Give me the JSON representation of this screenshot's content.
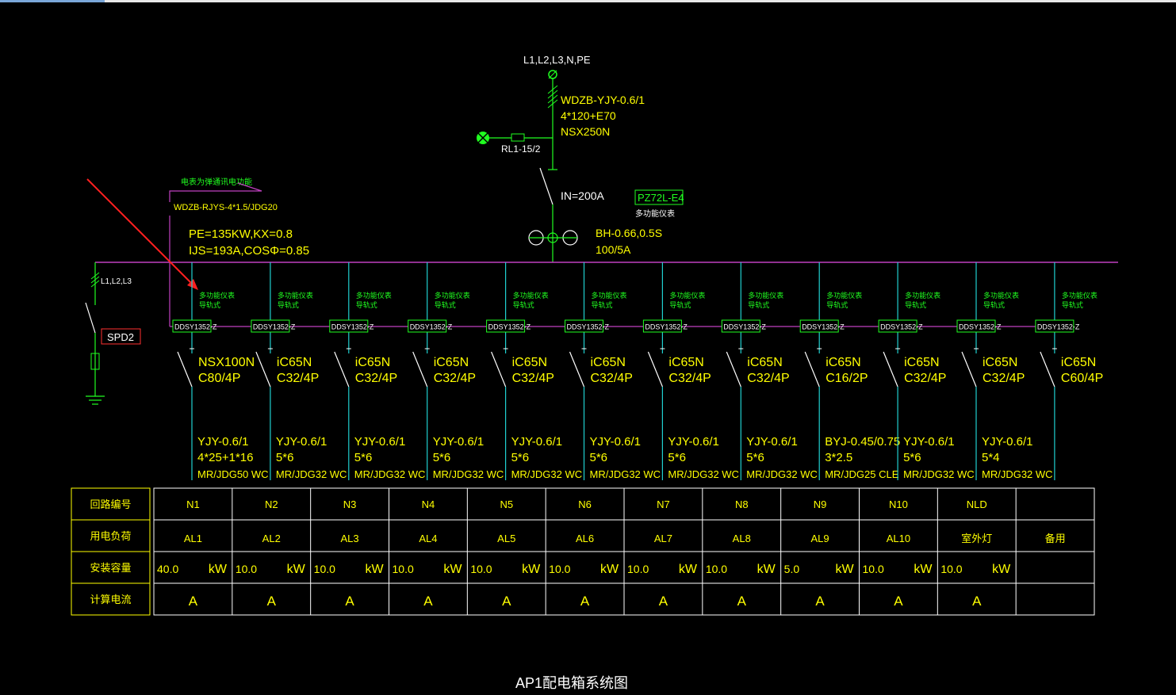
{
  "incoming": {
    "phases": "L1,L2,L3,N,PE",
    "cable_line1": "WDZB-YJY-0.6/1",
    "cable_line2": "4*120+E70",
    "breaker": "NSX250N",
    "fuse": "RL1-15/2",
    "isolator": "IN=200A",
    "meter_box": "PZ72L-E4",
    "meter_box_note": "多功能仪表",
    "ct_line1": "BH-0.66,0.5S",
    "ct_line2": "100/5A"
  },
  "comm": {
    "label": "电表为弹通讯电功能",
    "cable": "WDZB-RJYS-4*1.5/JDG20"
  },
  "load_info": {
    "line1": "PE=135KW,KX=0.8",
    "line2": "IJS=193A,COSΦ=0.85"
  },
  "spd": {
    "phases": "L1,L2,L3",
    "label": "SPD2"
  },
  "branches": [
    {
      "meter_note1": "多功能仪表",
      "meter_note2": "导轨式",
      "meter": "DDSY1352-Z",
      "breaker1": "NSX100N",
      "breaker2": "C80/4P",
      "cable1": "YJY-0.6/1",
      "cable2": "4*25+1*16",
      "cable3": "MR/JDG50  WC"
    },
    {
      "meter_note1": "多功能仪表",
      "meter_note2": "导轨式",
      "meter": "DDSY1352-Z",
      "breaker1": "iC65N",
      "breaker2": "C32/4P",
      "cable1": "YJY-0.6/1",
      "cable2": "5*6",
      "cable3": "MR/JDG32  WC"
    },
    {
      "meter_note1": "多功能仪表",
      "meter_note2": "导轨式",
      "meter": "DDSY1352-Z",
      "breaker1": "iC65N",
      "breaker2": "C32/4P",
      "cable1": "YJY-0.6/1",
      "cable2": "5*6",
      "cable3": "MR/JDG32  WC"
    },
    {
      "meter_note1": "多功能仪表",
      "meter_note2": "导轨式",
      "meter": "DDSY1352-Z",
      "breaker1": "iC65N",
      "breaker2": "C32/4P",
      "cable1": "YJY-0.6/1",
      "cable2": "5*6",
      "cable3": "MR/JDG32  WC"
    },
    {
      "meter_note1": "多功能仪表",
      "meter_note2": "导轨式",
      "meter": "DDSY1352-Z",
      "breaker1": "iC65N",
      "breaker2": "C32/4P",
      "cable1": "YJY-0.6/1",
      "cable2": "5*6",
      "cable3": "MR/JDG32  WC"
    },
    {
      "meter_note1": "多功能仪表",
      "meter_note2": "导轨式",
      "meter": "DDSY1352-Z",
      "breaker1": "iC65N",
      "breaker2": "C32/4P",
      "cable1": "YJY-0.6/1",
      "cable2": "5*6",
      "cable3": "MR/JDG32  WC"
    },
    {
      "meter_note1": "多功能仪表",
      "meter_note2": "导轨式",
      "meter": "DDSY1352-Z",
      "breaker1": "iC65N",
      "breaker2": "C32/4P",
      "cable1": "YJY-0.6/1",
      "cable2": "5*6",
      "cable3": "MR/JDG32  WC"
    },
    {
      "meter_note1": "多功能仪表",
      "meter_note2": "导轨式",
      "meter": "DDSY1352-Z",
      "breaker1": "iC65N",
      "breaker2": "C32/4P",
      "cable1": "YJY-0.6/1",
      "cable2": "5*6",
      "cable3": "MR/JDG32  WC"
    },
    {
      "meter_note1": "多功能仪表",
      "meter_note2": "导轨式",
      "meter": "DDSY1352-Z",
      "breaker1": "iC65N",
      "breaker2": "C16/2P",
      "cable1": "BYJ-0.45/0.75",
      "cable2": "3*2.5",
      "cable3": "MR/JDG25  CLE"
    },
    {
      "meter_note1": "多功能仪表",
      "meter_note2": "导轨式",
      "meter": "DDSY1352-Z",
      "breaker1": "iC65N",
      "breaker2": "C32/4P",
      "cable1": "YJY-0.6/1",
      "cable2": "5*6",
      "cable3": "MR/JDG32  WC"
    },
    {
      "meter_note1": "多功能仪表",
      "meter_note2": "导轨式",
      "meter": "DDSY1352-Z",
      "breaker1": "iC65N",
      "breaker2": "C32/4P",
      "cable1": "YJY-0.6/1",
      "cable2": "5*4",
      "cable3": "MR/JDG32  WC"
    },
    {
      "meter_note1": "多功能仪表",
      "meter_note2": "导轨式",
      "meter": "DDSY1352-Z",
      "breaker1": "iC65N",
      "breaker2": "C60/4P",
      "cable1": "",
      "cable2": "",
      "cable3": ""
    }
  ],
  "table": {
    "row_headers": [
      "回路编号",
      "用电负荷",
      "安装容量",
      "计算电流"
    ],
    "circuit_ids": [
      "N1",
      "N2",
      "N3",
      "N4",
      "N5",
      "N6",
      "N7",
      "N8",
      "N9",
      "N10",
      "NLD",
      ""
    ],
    "loads": [
      "AL1",
      "AL2",
      "AL3",
      "AL4",
      "AL5",
      "AL6",
      "AL7",
      "AL8",
      "AL9",
      "AL10",
      "室外灯",
      "备用"
    ],
    "capacity": [
      "40.0",
      "10.0",
      "10.0",
      "10.0",
      "10.0",
      "10.0",
      "10.0",
      "10.0",
      "5.0",
      "10.0",
      "10.0",
      ""
    ],
    "capacity_unit": [
      "kW",
      "kW",
      "kW",
      "kW",
      "kW",
      "kW",
      "kW",
      "kW",
      "kW",
      "kW",
      "kW",
      ""
    ],
    "current_unit": [
      "A",
      "A",
      "A",
      "A",
      "A",
      "A",
      "A",
      "A",
      "A",
      "A",
      "A",
      ""
    ]
  },
  "title": "AP1配电箱系统图",
  "colors": {
    "background": "#000000",
    "busbar": "#c040c0",
    "wire": "#20d0d0",
    "device": "#ffffff",
    "text_yellow": "#ffff00",
    "text_green": "#20ff20",
    "table_border": "#ffffff",
    "arrow": "#ff2020",
    "spd_box": "#ff3030"
  }
}
